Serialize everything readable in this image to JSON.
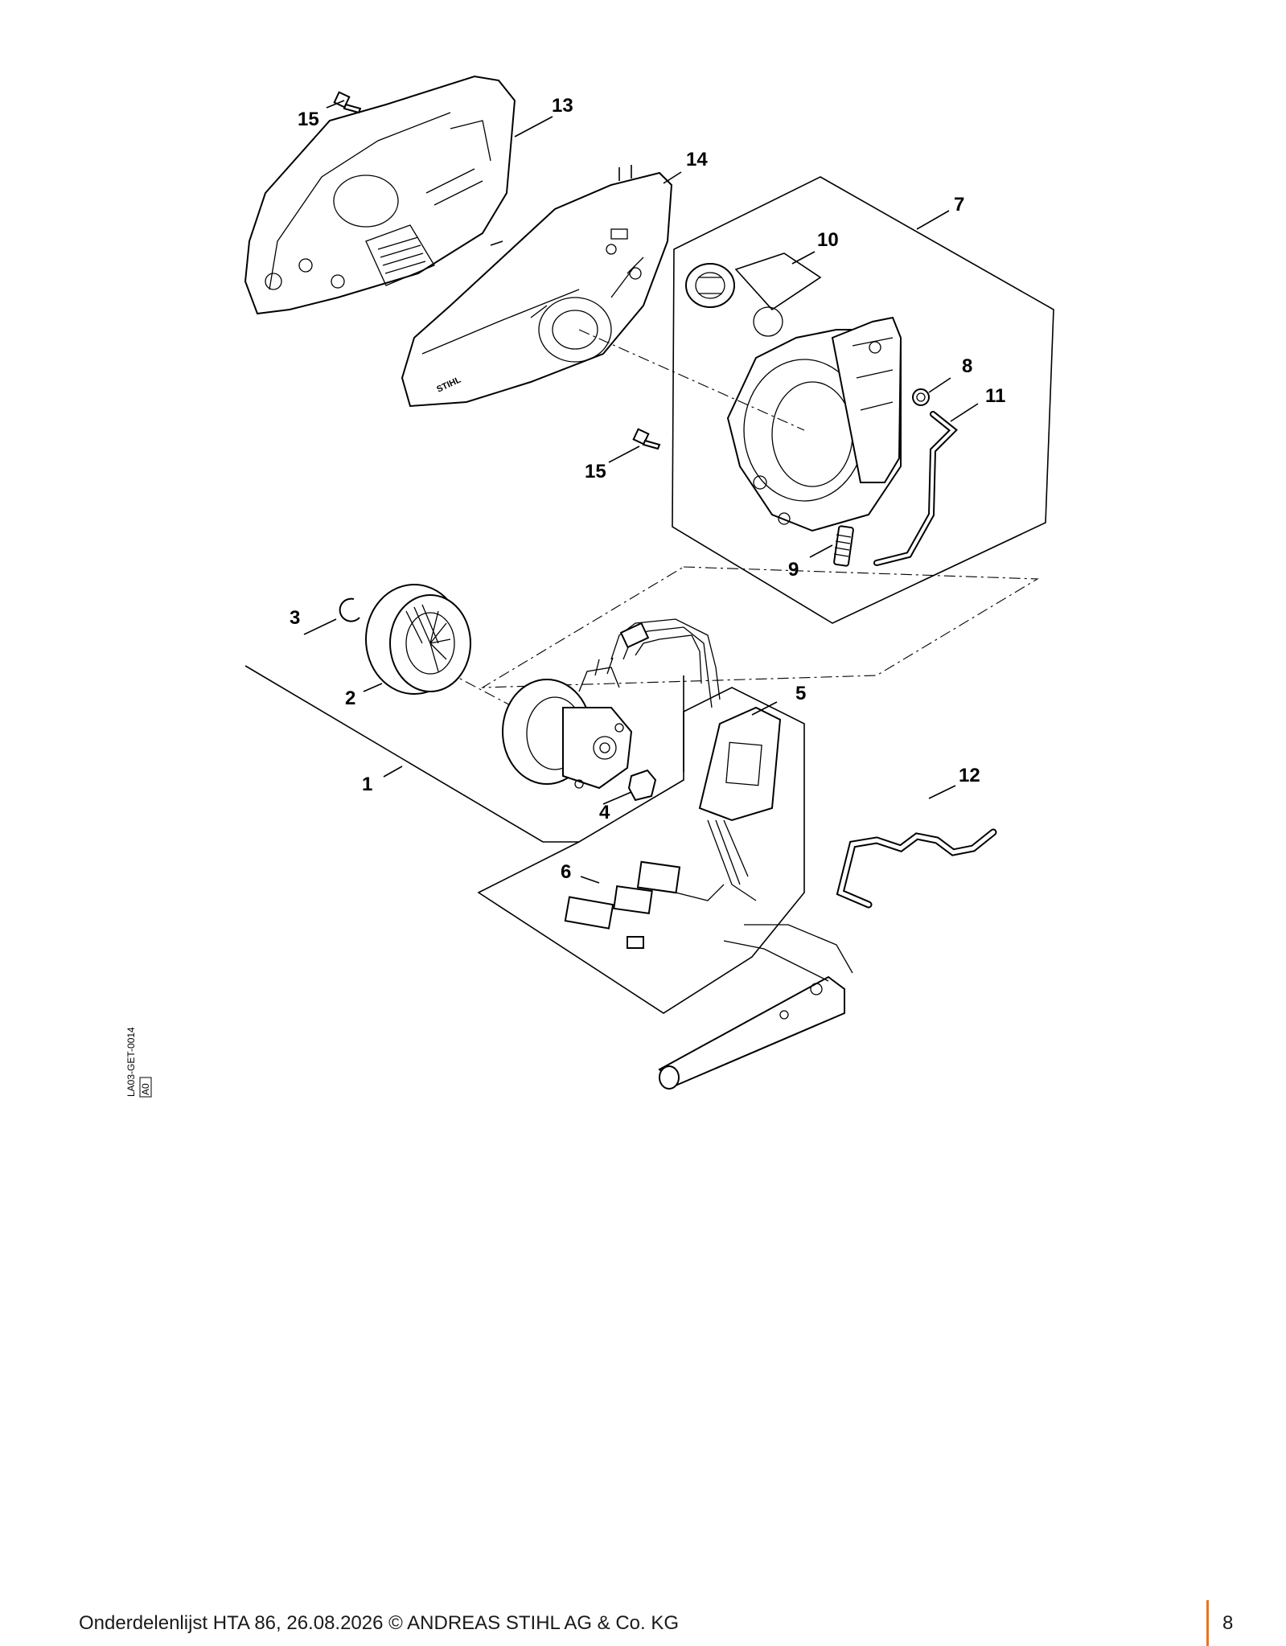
{
  "diagram": {
    "callouts": [
      "1",
      "2",
      "3",
      "4",
      "5",
      "6",
      "7",
      "8",
      "9",
      "10",
      "11",
      "12",
      "13",
      "14",
      "15",
      "15"
    ],
    "drawing_id": "LA03-GET-0014",
    "drawing_code": "A0",
    "brand_mark": "STIHL"
  },
  "footer": {
    "text": "Onderdelenlijst HTA 86, 26.08.2026 © ANDREAS STIHL AG & Co. KG",
    "page_number": "8",
    "accent_color": "#e8731f"
  }
}
